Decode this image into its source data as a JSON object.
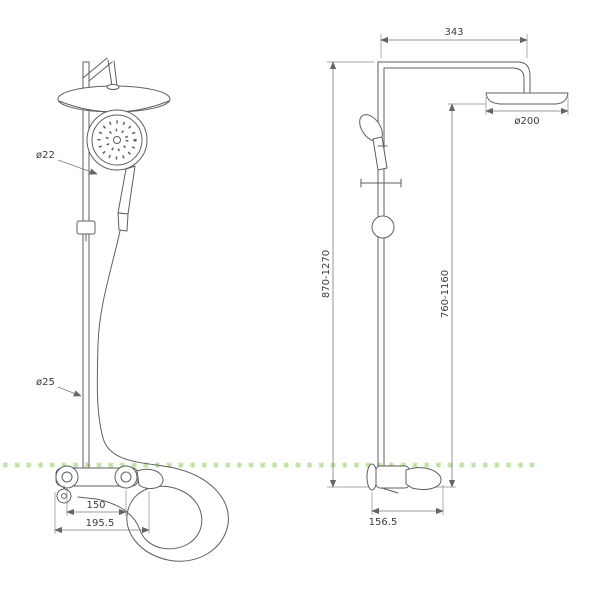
{
  "front_view": {
    "hand_shower_diameter_label": "ø22",
    "riser_diameter_label": "ø25",
    "valve_centers_label": "150",
    "valve_width_label": "195.5"
  },
  "side_view": {
    "arm_reach_label": "343",
    "head_diameter_label": "ø200",
    "overall_height_label": "870-1270",
    "riser_height_label": "760-1160",
    "valve_depth_label": "156.5"
  },
  "watermark": {
    "row_text": "❋❋❋❋❋❋❋❋❋❋❋❋❋❋❋❋❋❋❋❋❋❋❋❋❋❋❋❋❋❋❋❋❋❋❋❋❋❋❋❋❋❋❋❋❋❋",
    "color": "#9bcf6b"
  }
}
